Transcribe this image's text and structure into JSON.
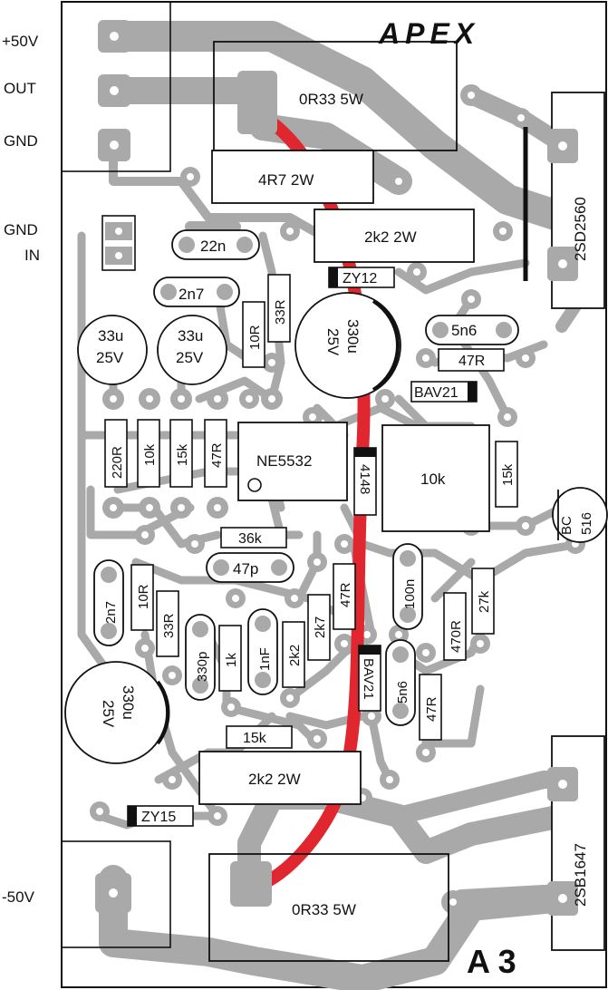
{
  "brand": "APEX",
  "board_id": "A 3",
  "colors": {
    "trace": "#a9a9a9",
    "red_wire": "#e0272f",
    "outline": "#111111",
    "background": "#ffffff"
  },
  "terminals": {
    "plus50v": "+50V",
    "out": "OUT",
    "gnd": "GND",
    "gnd_in_1": "GND",
    "gnd_in_2": "IN",
    "minus50v": "-50V"
  },
  "parts": {
    "r_0r33_top": "0R33 5W",
    "r_4r7": "4R7 2W",
    "r_2k2_top": "2k2 2W",
    "zy12": "ZY12",
    "t_2sd2560": "2SD2560",
    "c_22n": "22n",
    "c_2n7_top": "2n7",
    "r_10r_top": "10R",
    "r_33r_top": "33R",
    "c_33u_a_1": "33u",
    "c_33u_a_2": "25V",
    "c_33u_b_1": "33u",
    "c_33u_b_2": "25V",
    "c_330u_top_1": "330u",
    "c_330u_top_2": "25V",
    "c_5n6_top": "5n6",
    "r_47r_top": "47R",
    "bav21_top": "BAV21",
    "r_220r": "220R",
    "r_10k": "10k",
    "r_15k_a": "15k",
    "r_47r_b": "47R",
    "ic_ne5532": "NE5532",
    "d_4148": "4148",
    "pot_10k": "10k",
    "r_15k_b": "15k",
    "t_bc516_1": "BC",
    "t_bc516_2": "516",
    "r_36k": "36k",
    "c_47p": "47p",
    "c_2n7_bot": "2n7",
    "r_10r_bot": "10R",
    "r_33r_bot": "33R",
    "c_330p": "330p",
    "r_1k": "1k",
    "c_1nf": "1nF",
    "r_2k2_small": "2k2",
    "r_2k7": "2k7",
    "r_47r_c": "47R",
    "c_100n": "100n",
    "r_470r": "470R",
    "r_27k": "27k",
    "bav21_bot": "BAV21",
    "c_5n6_bot": "5n6",
    "r_47r_d": "47R",
    "c_330u_bot_1": "330u",
    "c_330u_bot_2": "25V",
    "r_15k_c": "15k",
    "r_2k2_bot": "2k2 2W",
    "zy15": "ZY15",
    "t_2sb1647": "2SB1647",
    "r_0r33_bot": "0R33 5W"
  }
}
